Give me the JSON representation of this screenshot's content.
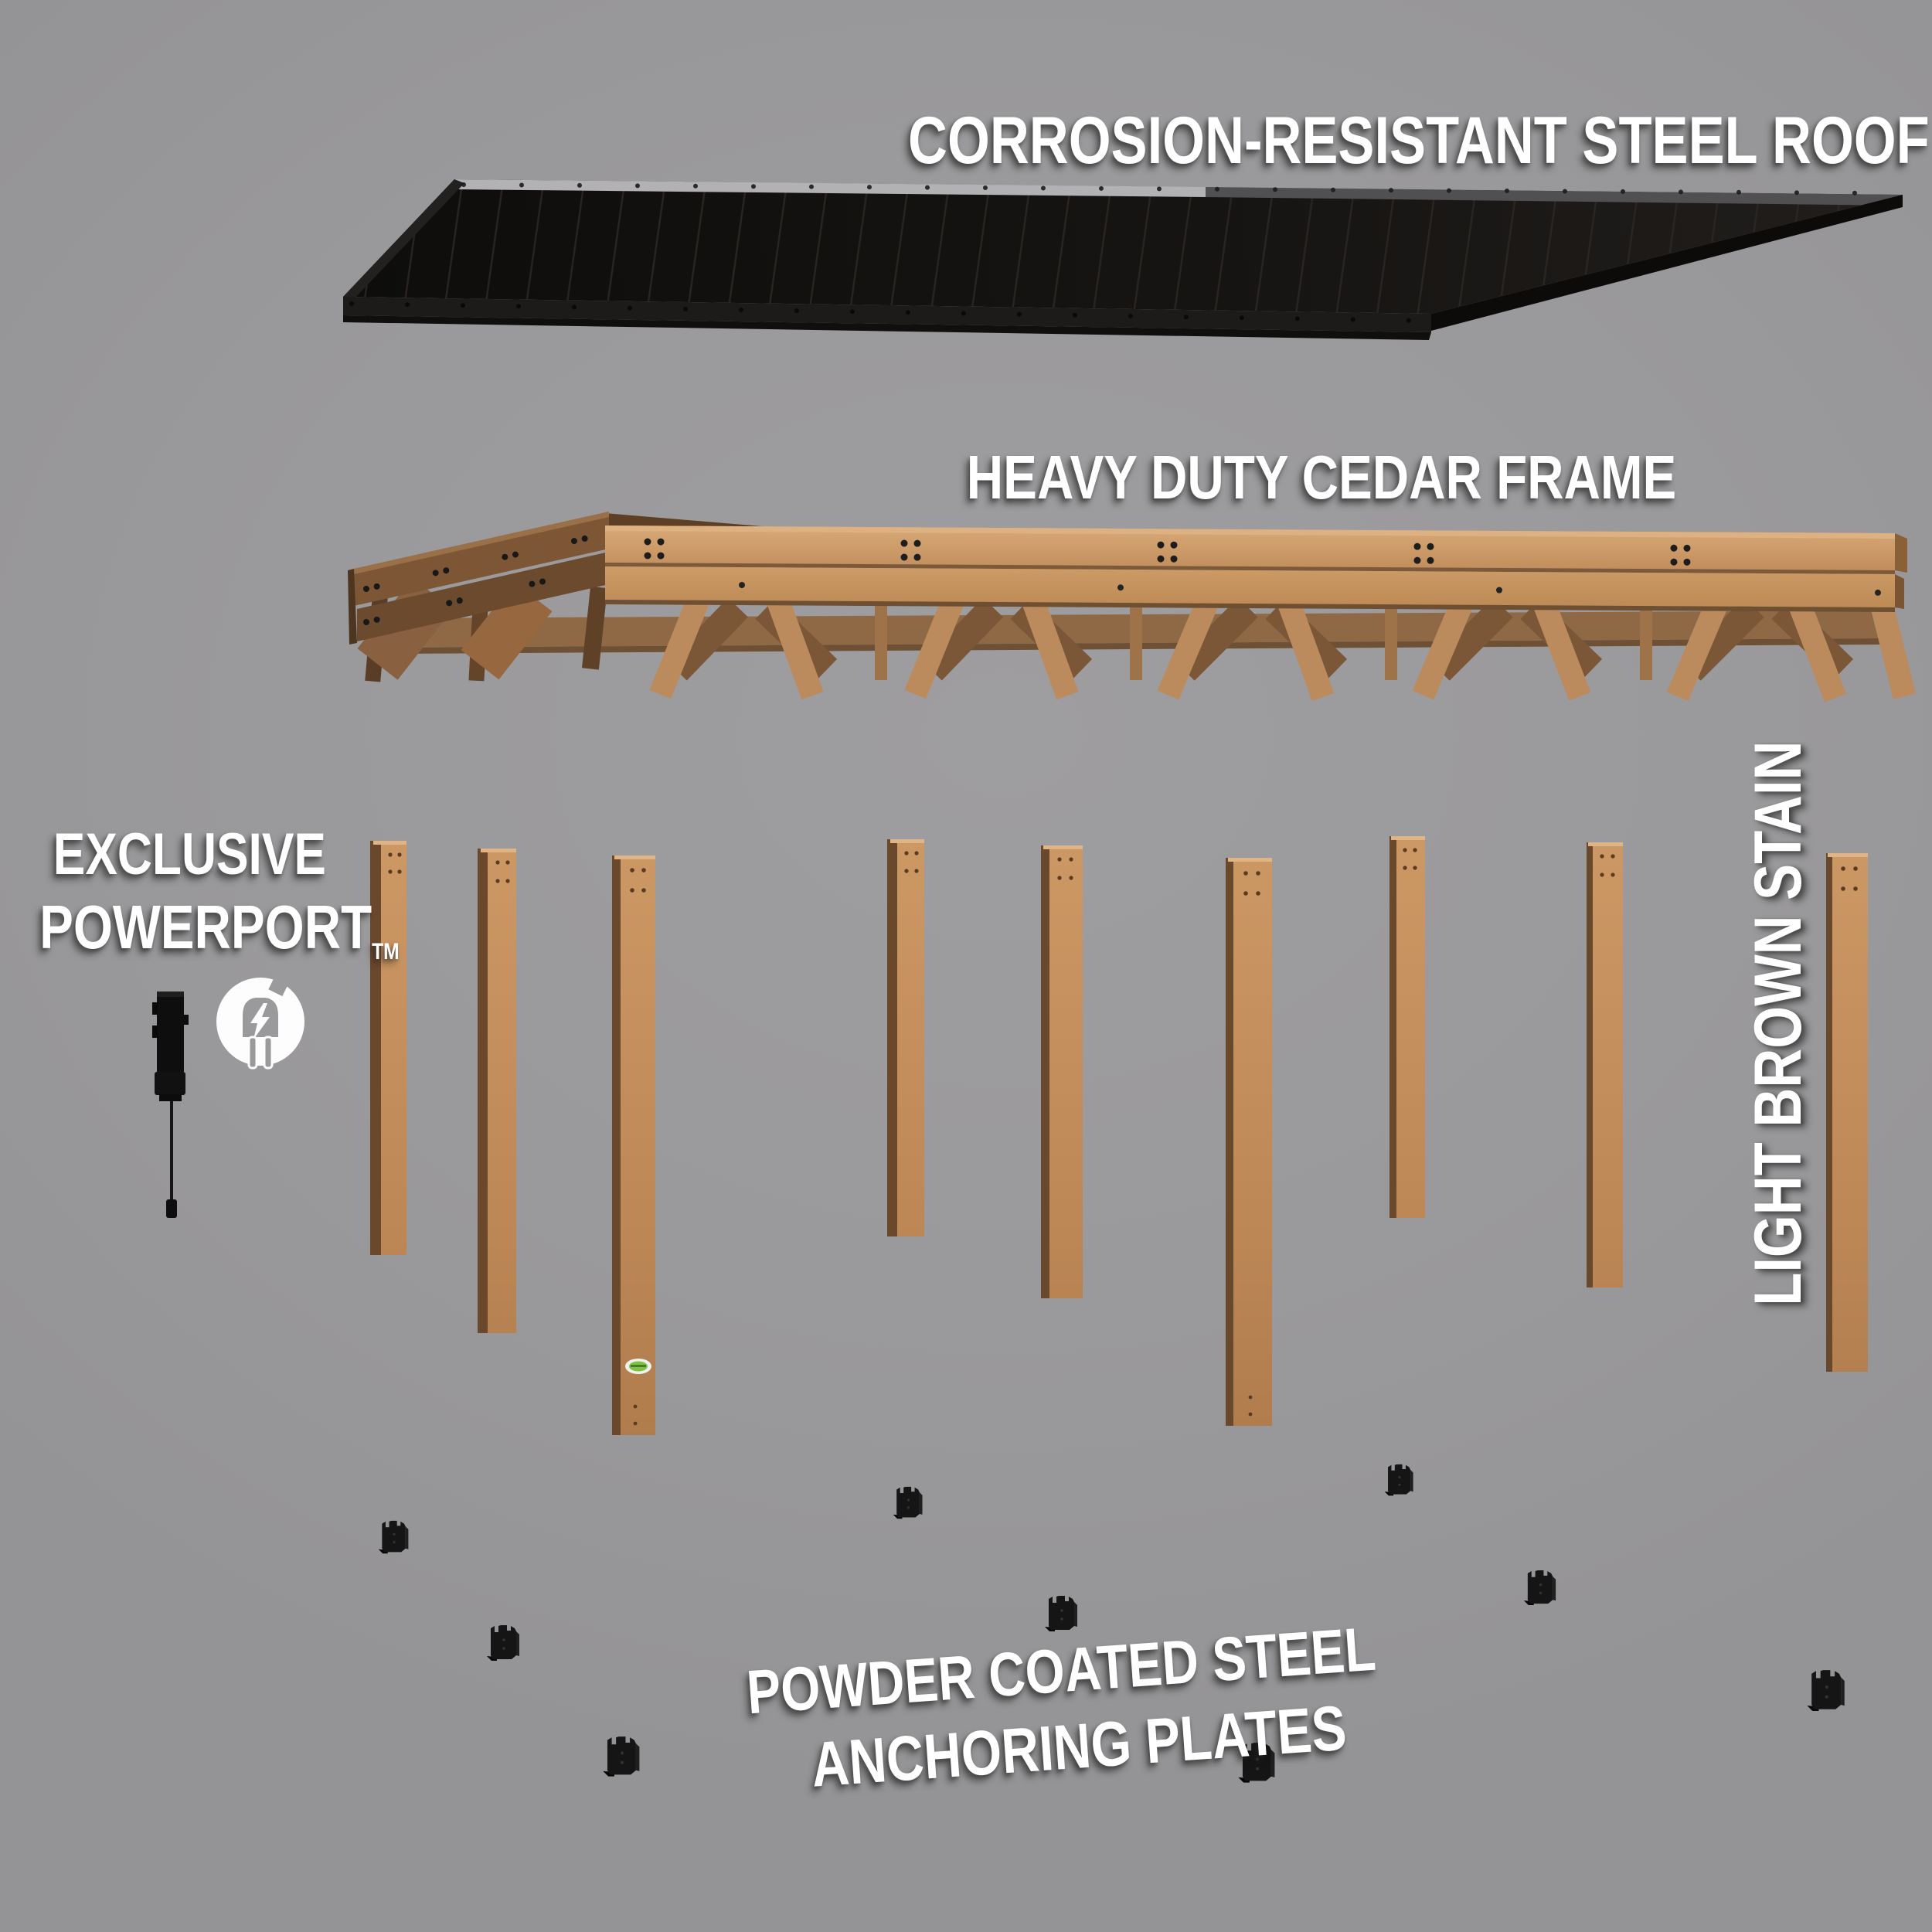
{
  "title": "Carport exploded parts diagram",
  "labels": {
    "roof": "CORROSION-RESISTANT STEEL ROOF",
    "frame": "HEAVY DUTY CEDAR FRAME",
    "powerport_line1": "EXCLUSIVE",
    "powerport_line2": "POWERPORT",
    "powerport_tm": "TM",
    "stain": "LIGHT BROWN STAIN",
    "plates_line1": "POWDER COATED STEEL",
    "plates_line2": "ANCHORING PLATES"
  },
  "icons": {
    "powerport": "plug-with-lightning-bolt-in-circle-icon",
    "brand_badge": "green-oval-brand-badge"
  },
  "colors": {
    "background": "#9a999b",
    "roof_steel": "#131110",
    "roof_fascia": "#1d1b1a",
    "roof_back_strip_light": "#b4b3b5",
    "roof_back_strip_dark": "#4e4d4f",
    "cedar_beam_light": "#cf9f6b",
    "cedar_beam_dark": "#6e4a2c",
    "brace_light": "#bb8b5d",
    "brace_dark": "#7b5737",
    "post_brown": "#bf8758",
    "anchor_plate": "#141414",
    "powerport_device": "#0e0e0e",
    "icon_white": "#fdfdfd",
    "badge_green": "#7ec242",
    "text": "#ffffff"
  },
  "parts": {
    "post_count": 9,
    "anchor_plate_count": 9
  }
}
